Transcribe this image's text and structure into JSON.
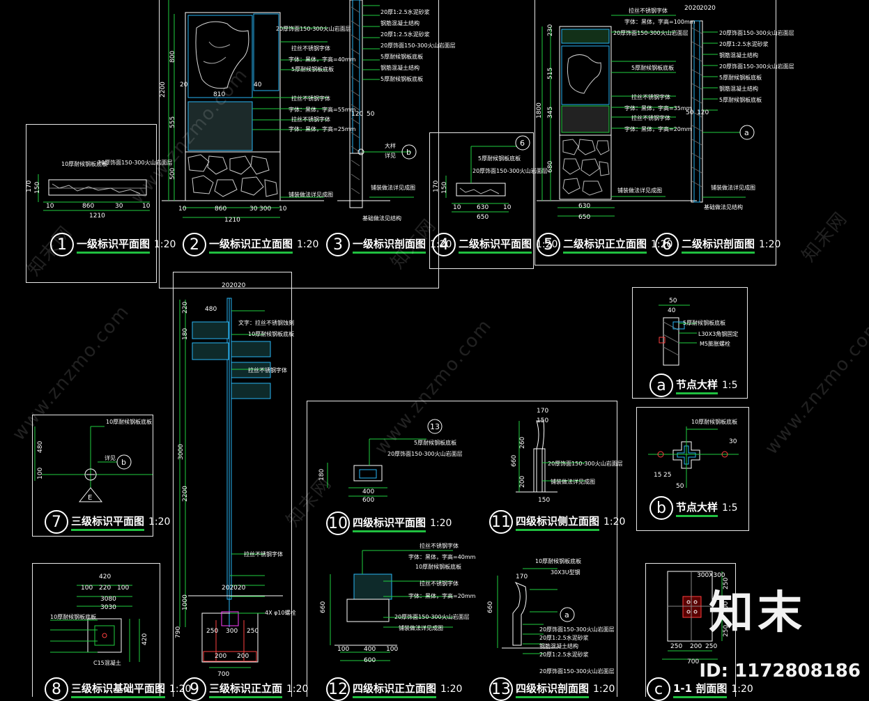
{
  "drawings": [
    {
      "id": "1",
      "num": "1",
      "name": "一级标识平面图",
      "scale": "1:20"
    },
    {
      "id": "2",
      "num": "2",
      "name": "一级标识正立面图",
      "scale": "1:20"
    },
    {
      "id": "3",
      "num": "3",
      "name": "一级标识剖面图",
      "scale": "1:20"
    },
    {
      "id": "4",
      "num": "4",
      "name": "二级标识平面图",
      "scale": "1:20"
    },
    {
      "id": "5",
      "num": "5",
      "name": "二级标识正立面图",
      "scale": "1:20"
    },
    {
      "id": "6",
      "num": "6",
      "name": "二级标识剖面图",
      "scale": "1:20"
    },
    {
      "id": "7",
      "num": "7",
      "name": "三级标识平面图",
      "scale": "1:20"
    },
    {
      "id": "8",
      "num": "8",
      "name": "三级标识基础平面图",
      "scale": "1:20"
    },
    {
      "id": "9",
      "num": "9",
      "name": "三级标识正立面",
      "scale": "1:20"
    },
    {
      "id": "10",
      "num": "10",
      "name": "四级标识平面图",
      "scale": "1:20"
    },
    {
      "id": "11",
      "num": "11",
      "name": "四级标识侧立面图",
      "scale": "1:20"
    },
    {
      "id": "12",
      "num": "12",
      "name": "四级标识正立面图",
      "scale": "1:20"
    },
    {
      "id": "13",
      "num": "13",
      "name": "四级标识剖面图",
      "scale": "1:20"
    },
    {
      "id": "a",
      "num": "a",
      "name": "节点大样",
      "scale": "1:5"
    },
    {
      "id": "b",
      "num": "b",
      "name": "节点大样",
      "scale": "1:5"
    },
    {
      "id": "c",
      "num": "c",
      "name": "1-1 剖面图",
      "scale": "1:20"
    }
  ],
  "notes": {
    "stone_face": "20厚饰面150-300火山岩面层",
    "steel_plate_10": "10厚耐候钢板底板",
    "steel_plate_5": "5厚耐候钢板底板",
    "mortar": "20厚1:2.5水泥砂浆",
    "concrete": "钢筋混凝土结构",
    "foundation": "基础做法见结构",
    "paving": "铺装做法详见成图",
    "stainless_text": "拉丝不锈钢字体",
    "font_40": "字体：黑体，字高=40mm",
    "font_55": "字体：黑体，字高=55mm",
    "font_25": "字体：黑体，字高=25mm",
    "font_100": "字体：黑体，字高=100mm",
    "font_35": "字体：黑体，字高=35mm",
    "font_20": "字体：黑体，字高=20mm",
    "angle": "L30X3角钢固定",
    "m5": "M5膨胀螺栓",
    "sign_text": "文字：拉丝不锈钢蚀刻",
    "bolts": "4X φ10螺栓",
    "c15": "C15混凝土",
    "tube": "30X3U型钢",
    "large": "大样",
    "detail": "详见"
  },
  "dims": {
    "d1210": "1210",
    "d860": "860",
    "d300": "300",
    "d30": "30",
    "d10": "10",
    "d170": "170",
    "d150": "150",
    "d2200": "2200",
    "d800": "800",
    "d555": "555",
    "d500": "500",
    "d810": "810",
    "d20": "20",
    "d40": "40",
    "d120": "120",
    "d50": "50",
    "d630": "630",
    "d650": "650",
    "d1800": "1800",
    "d515": "515",
    "d345": "345",
    "d680": "680",
    "d230": "230",
    "d2020": "2020",
    "d480": "480",
    "d220": "220",
    "d180": "180",
    "d3000": "3000",
    "d700": "700",
    "d200": "200",
    "d1000": "1000",
    "d790": "790",
    "d250": "250",
    "d420": "420",
    "d100": "100",
    "d3080": "3080",
    "d3030": "3030",
    "d260": "260",
    "d400": "400",
    "d600": "600",
    "d660": "660",
    "d60": "60",
    "d202020": "202020",
    "d300x300": "300X300",
    "d15": "15",
    "d25": "25"
  },
  "markers": {
    "E": "E",
    "a": "a",
    "b": "b",
    "c": "c",
    "13": "13",
    "6": "6",
    "3": "3"
  },
  "brand": "知末",
  "image_id": "ID: 1172808186",
  "watermark_url": "www.znzmo.com",
  "watermark_brand": "知末网"
}
